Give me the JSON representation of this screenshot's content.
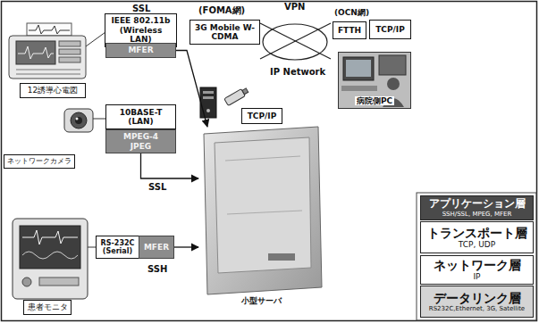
{
  "diagram": {
    "nodes": [
      {
        "text": [
          "IEEE 802.11b (Wireless LAN)"
        ]
      },
      {
        "text": [
          "MFER"
        ]
      },
      {
        "text": [
          "3G Mobile W-CDMA"
        ]
      },
      {
        "text": [
          "FTTH"
        ]
      },
      {
        "text": [
          "TCP/IP"
        ]
      },
      {
        "text": [
          "病院側PC"
        ]
      },
      {
        "text": [
          "12誘導心電図"
        ]
      },
      {
        "text": [
          "10BASE-T (LAN)"
        ]
      },
      {
        "text": [
          "MPEG-4 JPEG"
        ]
      },
      {
        "text": [
          "TCP/IP"
        ]
      },
      {
        "text": [
          "ネットワークカメラ"
        ]
      },
      {
        "text": [
          "小型サーバ"
        ]
      },
      {
        "text": [
          "アプリケーション層",
          "SSH/SSL, MPEG, MFER"
        ]
      },
      {
        "text": [
          "トランスポート層",
          "TCP, UDP"
        ]
      },
      {
        "text": [
          "ネットワーク層",
          "IP"
        ]
      },
      {
        "text": [
          "RS-232C (Serial)"
        ]
      },
      {
        "text": [
          "MFER"
        ]
      },
      {
        "text": [
          "患者モニタ"
        ]
      },
      {
        "text": [
          "データリンク層",
          "RS232C,Ethernet, 3G, Satellite"
        ]
      }
    ],
    "edges": [
      {
        "from": 1,
        "to": 11,
        "arrow": "to"
      },
      {
        "from": 8,
        "to": 11,
        "arrow": "to"
      },
      {
        "from": 16,
        "to": 11,
        "arrow": "to"
      }
    ],
    "labels": [
      "SSL",
      "(FOMA網)",
      "VPN",
      "(OCN網)",
      "IP Network",
      "SSL",
      "SSH"
    ]
  }
}
